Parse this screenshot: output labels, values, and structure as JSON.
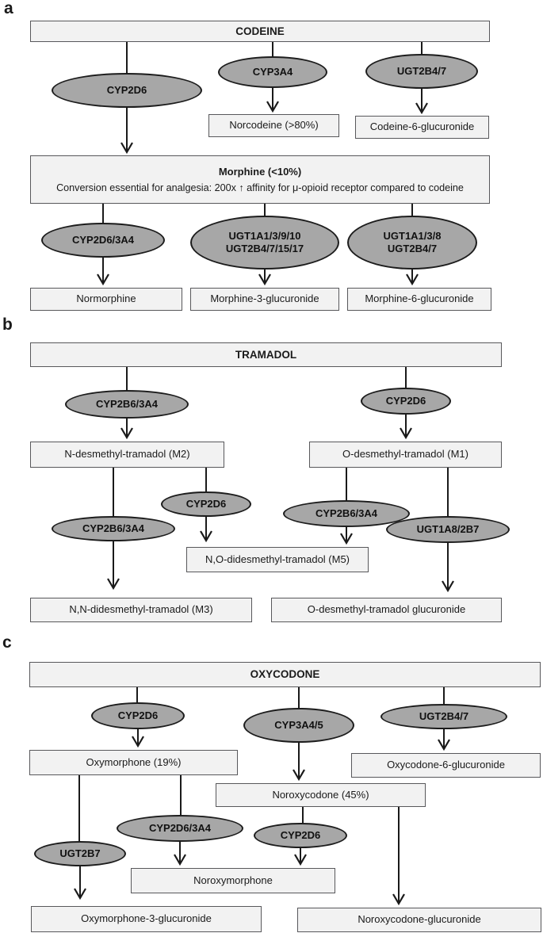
{
  "colors": {
    "background": "#ffffff",
    "box_fill": "#f2f2f2",
    "box_border": "#58585b",
    "ellipse_fill": "#a7a7a7",
    "ellipse_border": "#1c1c1c",
    "arrow": "#1a1a1a"
  },
  "panels": {
    "a": {
      "label": "a",
      "parent": "CODEINE",
      "enzyme_cyp2d6": "CYP2D6",
      "enzyme_cyp3a4": "CYP3A4",
      "enzyme_ugt2b47": "UGT2B4/7",
      "box_norcodeine": "Norcodeine (>80%)",
      "box_codeine6g": "Codeine-6-glucuronide",
      "morphine_title": "Morphine (<10%)",
      "morphine_note": "Conversion essential for analgesia: 200x ↑ affinity for μ-opioid receptor compared to codeine",
      "enzyme_cyp2d63a4": "CYP2D6/3A4",
      "enzyme_ugt_m3g_line1": "UGT1A1/3/9/10",
      "enzyme_ugt_m3g_line2": "UGT2B4/7/15/17",
      "enzyme_ugt_m6g_line1": "UGT1A1/3/8",
      "enzyme_ugt_m6g_line2": "UGT2B4/7",
      "box_normorphine": "Normorphine",
      "box_morphine3g": "Morphine-3-glucuronide",
      "box_morphine6g": "Morphine-6-glucuronide"
    },
    "b": {
      "label": "b",
      "parent": "TRAMADOL",
      "enzyme_cyp2b63a4_top": "CYP2B6/3A4",
      "enzyme_cyp2d6_top": "CYP2D6",
      "box_m2": "N-desmethyl-tramadol (M2)",
      "box_m1": "O-desmethyl-tramadol (M1)",
      "enzyme_cyp2d6_mid": "CYP2D6",
      "enzyme_cyp2b63a4_mid": "CYP2B6/3A4",
      "enzyme_cyp2b63a4_low": "CYP2B6/3A4",
      "enzyme_ugt1a82b7": "UGT1A8/2B7",
      "box_m5": "N,O-didesmethyl-tramadol (M5)",
      "box_m3": "N,N-didesmethyl-tramadol (M3)",
      "box_odt_glucuronide": "O-desmethyl-tramadol glucuronide"
    },
    "c": {
      "label": "c",
      "parent": "OXYCODONE",
      "enzyme_cyp2d6_top": "CYP2D6",
      "enzyme_cyp3a45": "CYP3A4/5",
      "enzyme_ugt2b47": "UGT2B4/7",
      "box_oxymorphone": "Oxymorphone (19%)",
      "box_oxycodone6g": "Oxycodone-6-glucuronide",
      "box_noroxycodone": "Noroxycodone (45%)",
      "enzyme_cyp2d63a4": "CYP2D6/3A4",
      "enzyme_ugt2b7": "UGT2B7",
      "enzyme_cyp2d6_mid": "CYP2D6",
      "box_noroxymorphone": "Noroxymorphone",
      "box_oxymorphone3g": "Oxymorphone-3-glucuronide",
      "box_noroxycodone_g": "Noroxycodone-glucuronide"
    }
  }
}
